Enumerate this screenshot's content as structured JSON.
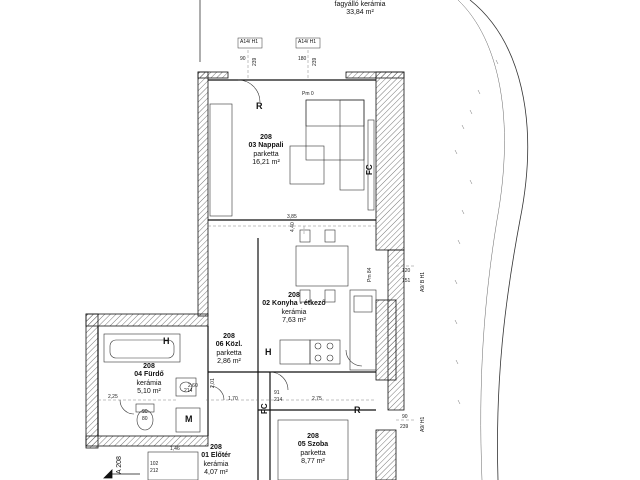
{
  "balcony": {
    "floor": "fagyálló kerámia",
    "area": "33,84 m²"
  },
  "rooms": [
    {
      "num": "208",
      "name": "03 Nappali",
      "floor": "parketta",
      "area": "16,21 m²"
    },
    {
      "num": "208",
      "name": "02 Konyha - étkező",
      "floor": "kerámia",
      "area": "7,63 m²"
    },
    {
      "num": "208",
      "name": "06 Közl.",
      "floor": "parketta",
      "area": "2,86 m²"
    },
    {
      "num": "208",
      "name": "04 Fürdő",
      "floor": "kerámia",
      "area": "5,10 m²"
    },
    {
      "num": "208",
      "name": "05 Szoba",
      "floor": "parketta",
      "area": "8,77 m²"
    },
    {
      "num": "208",
      "name": "01 Előtér",
      "floor": "kerámia",
      "area": "4,07 m²"
    }
  ],
  "window_tags": {
    "top_left": "A14/ H1",
    "top_right": "A14/ H1",
    "right_mid": "A9/ B H1",
    "right_low": "A9/ H1"
  },
  "dimensions": {
    "top_left_w": "90",
    "top_left_h": "239",
    "top_right_w": "180",
    "top_right_h": "239",
    "right_mid_w": "120",
    "right_mid_h": "151",
    "right_low_w": "90",
    "right_low_h": "239",
    "living_width": "3,85",
    "living_depth": "4,40",
    "bath_width": "2,25",
    "corridor_width": "1,70",
    "room_width": "2,75",
    "entry_width": "1,46",
    "door_small_a": "214",
    "door_small_b": "2,01",
    "door_small_c": "91",
    "door_small_d": "214",
    "door_small_e": "90",
    "door_small_f": "80",
    "door_small_g": "212",
    "door_small_h": "102",
    "door_small_i": "2,60"
  },
  "markers": {
    "r_top": "R",
    "r_bottom": "R",
    "fc_top": "FC",
    "fc_bottom": "FC",
    "h_kitchen": "H",
    "h_bath": "H",
    "pm_top": "Pm 0",
    "pm_side": "Pm 84",
    "m_bath": "M",
    "section": "A 208"
  }
}
